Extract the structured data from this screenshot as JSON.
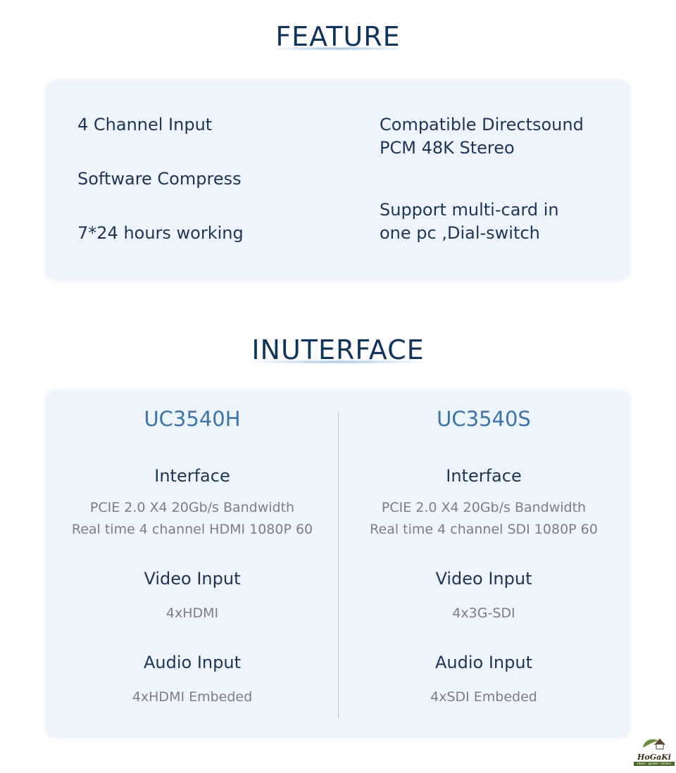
{
  "feature": {
    "title": "FEATURE",
    "left": [
      "4 Channel Input",
      "Software Compress",
      "7*24 hours working"
    ],
    "right": [
      {
        "lines": [
          "Compatible Directsound",
          "PCM 48K Stereo"
        ]
      },
      {
        "lines": [
          "Support multi-card in",
          "one pc ,Dial-switch"
        ]
      }
    ]
  },
  "interface": {
    "title": "INUTERFACE",
    "models": [
      {
        "name": "UC3540H",
        "interface_label": "Interface",
        "interface_lines": [
          "PCIE 2.0 X4 20Gb/s Bandwidth",
          "Real time 4 channel HDMI 1080P 60"
        ],
        "video_label": "Video Input",
        "video": "4xHDMI",
        "audio_label": "Audio Input",
        "audio": "4xHDMI Embeded"
      },
      {
        "name": "UC3540S",
        "interface_label": "Interface",
        "interface_lines": [
          "PCIE 2.0 X4 20Gb/s Bandwidth",
          "Real time 4 channel SDI 1080P 60"
        ],
        "video_label": "Video Input",
        "video": "4x3G-SDI",
        "audio_label": "Audio Input",
        "audio": "4xSDI Embeded"
      }
    ]
  },
  "logo": {
    "name": "HoGaKi",
    "tagline": "Home - garden - kitchen"
  }
}
